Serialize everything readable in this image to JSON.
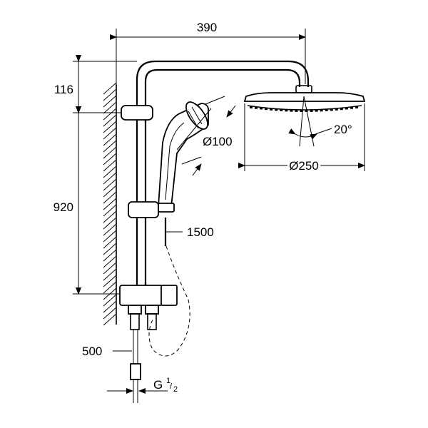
{
  "dimensions": {
    "width_top": "390",
    "head_height": "116",
    "rail_height": "920",
    "hand_shower_diameter": "Ø100",
    "head_diameter": "Ø250",
    "tilt_angle": "20°",
    "hose_length": "1500",
    "connection_offset": "500",
    "thread_prefix": "G",
    "thread_num": "1",
    "thread_den": "2"
  },
  "colors": {
    "line": "#000000",
    "background": "#ffffff"
  }
}
